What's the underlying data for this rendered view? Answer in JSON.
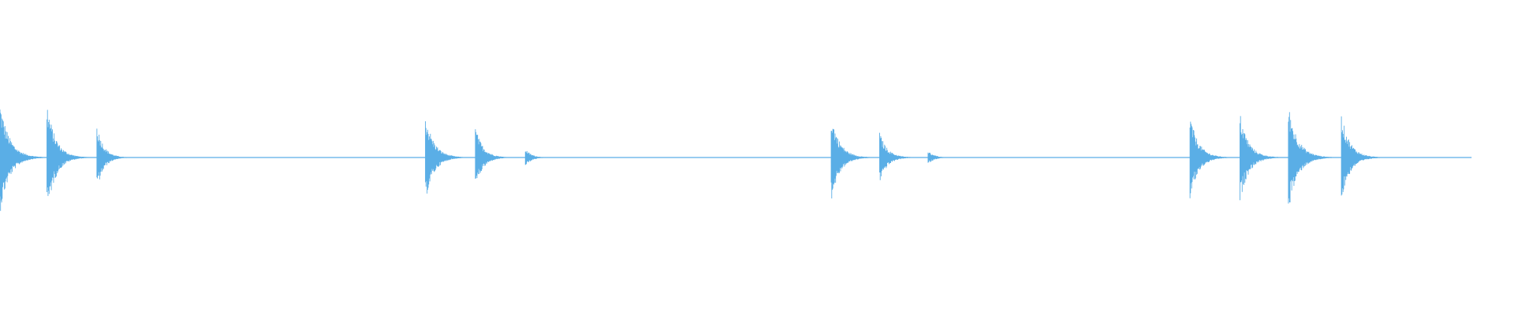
{
  "waveform": {
    "color": "#5aaee6",
    "transients": [
      {
        "time": 0.0,
        "amplitude": 1.0,
        "decay": 0.22
      },
      {
        "time": 0.031,
        "amplitude": 1.0,
        "decay": 0.2
      },
      {
        "time": 0.064,
        "amplitude": 0.6,
        "decay": 0.16
      },
      {
        "time": 0.281,
        "amplitude": 0.78,
        "decay": 0.2
      },
      {
        "time": 0.314,
        "amplitude": 0.55,
        "decay": 0.18
      },
      {
        "time": 0.347,
        "amplitude": 0.16,
        "decay": 0.14
      },
      {
        "time": 0.549,
        "amplitude": 0.78,
        "decay": 0.2
      },
      {
        "time": 0.581,
        "amplitude": 0.45,
        "decay": 0.18
      },
      {
        "time": 0.613,
        "amplitude": 0.12,
        "decay": 0.14
      },
      {
        "time": 0.786,
        "amplitude": 0.75,
        "decay": 0.2
      },
      {
        "time": 0.819,
        "amplitude": 0.8,
        "decay": 0.2
      },
      {
        "time": 0.851,
        "amplitude": 0.95,
        "decay": 0.22
      },
      {
        "time": 0.886,
        "amplitude": 0.78,
        "decay": 0.2
      }
    ],
    "duration_fraction": 0.972
  }
}
